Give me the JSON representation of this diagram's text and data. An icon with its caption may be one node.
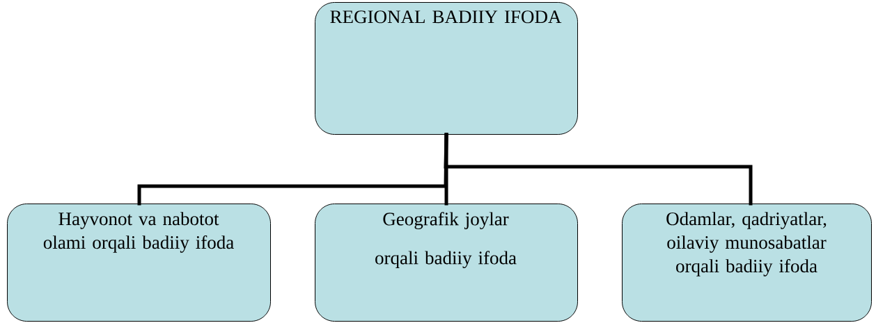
{
  "diagram": {
    "nodes": [
      {
        "text": [
          "REGIONAL BADIIY IFODA"
        ]
      },
      {
        "text": [
          "Hayvonot va nabotot olami orqali badiiy ifoda"
        ]
      },
      {
        "text": [
          "Geografik joylar orqali badiiy ifoda"
        ]
      },
      {
        "text": [
          "Odamlar, qadriyatlar, oilaviy munosabatlar orqali badiiy ifoda"
        ]
      }
    ],
    "edges": [
      {
        "from": 0,
        "to": 1,
        "arrow": "none"
      },
      {
        "from": 0,
        "to": 2,
        "arrow": "none"
      },
      {
        "from": 0,
        "to": 3,
        "arrow": "none"
      }
    ]
  }
}
